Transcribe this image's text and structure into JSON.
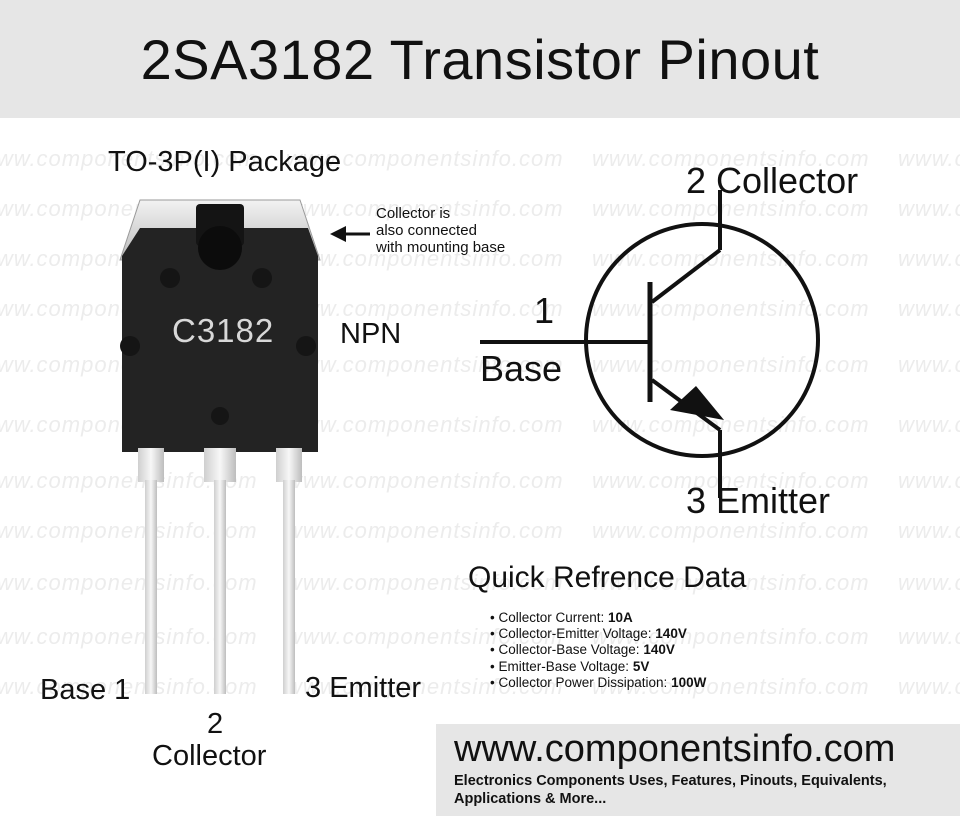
{
  "title": "2SA3182 Transistor Pinout",
  "watermark": "www.componentsinfo.com",
  "package": {
    "title": "TO-3P(I) Package",
    "body_marking": "C3182",
    "note_lines": [
      "Collector is",
      "also connected",
      "with mounting base"
    ],
    "type_label": "NPN",
    "pins": {
      "base": "Base",
      "base_num": "1",
      "collector_num": "2",
      "collector": "Collector",
      "emitter_num": "3",
      "emitter": "Emitter"
    }
  },
  "symbol": {
    "collector_label": "2 Collector",
    "base_num": "1",
    "base_label": "Base",
    "emitter_label": "3 Emitter"
  },
  "quick_reference": {
    "title": "Quick Refrence Data",
    "items": [
      {
        "label": "Collector Current: ",
        "value": "10A"
      },
      {
        "label": "Collector-Emitter Voltage: ",
        "value": "140V"
      },
      {
        "label": "Collector-Base Voltage: ",
        "value": "140V"
      },
      {
        "label": "Emitter-Base Voltage: ",
        "value": "5V"
      },
      {
        "label": "Collector Power Dissipation: ",
        "value": "100W"
      }
    ]
  },
  "footer": {
    "site": "www.componentsinfo.com",
    "tagline_lines": [
      "Electronics Components Uses, Features, Pinouts, Equivalents,",
      "Applications & More..."
    ]
  },
  "colors": {
    "title_bg": "#e6e6e6",
    "package_body": "#242424",
    "tab_metal": "#dcdcdc",
    "leads": "#e2e2e2"
  }
}
